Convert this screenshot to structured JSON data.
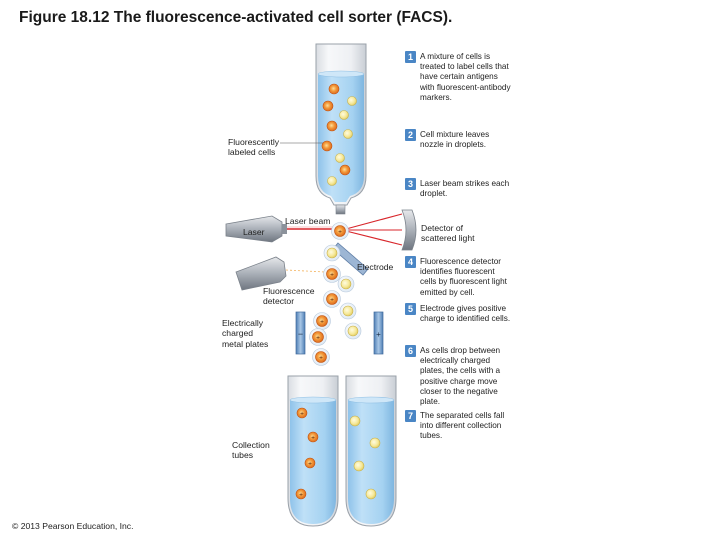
{
  "figure_title": "Figure 18.12 The fluorescence-activated cell sorter (FACS).",
  "labels": {
    "fluorescently_labeled_cells": [
      "Fluorescently",
      "labeled cells"
    ],
    "laser": "Laser",
    "laser_beam": "Laser beam",
    "detector_scattered": [
      "Detector of",
      "scattered light"
    ],
    "electrode": "Electrode",
    "fluorescence_detector": [
      "Fluorescence",
      "detector"
    ],
    "charged_plates": [
      "Electrically",
      "charged",
      "metal plates"
    ],
    "collection_tubes": [
      "Collection",
      "tubes"
    ]
  },
  "steps": [
    {
      "num": "1",
      "text": "A mixture of cells is treated to label cells that have certain antigens with fluorescent-antibody markers."
    },
    {
      "num": "2",
      "text": "Cell mixture leaves nozzle in droplets."
    },
    {
      "num": "3",
      "text": "Laser beam strikes each droplet."
    },
    {
      "num": "4",
      "text": "Fluorescence detector identifies fluorescent cells by fluorescent light emitted by cell."
    },
    {
      "num": "5",
      "text": "Electrode gives positive charge to identified cells."
    },
    {
      "num": "6",
      "text": "As cells drop between electrically charged plates, the cells with a positive charge move closer to the negative plate."
    },
    {
      "num": "7",
      "text": "The separated cells fall into different collection tubes."
    }
  ],
  "plate_signs": {
    "negative": "−",
    "positive": "+"
  },
  "cell_sign": "+",
  "copyright": "© 2013 Pearson Education, Inc.",
  "colors": {
    "step_badge": "#4a86c5",
    "fluorescent_cell": "#e8731f",
    "plain_cell": "#f3e27c",
    "liquid": "#a9d3f1",
    "laser": "#d8262b",
    "plate": "#6e98c6"
  }
}
